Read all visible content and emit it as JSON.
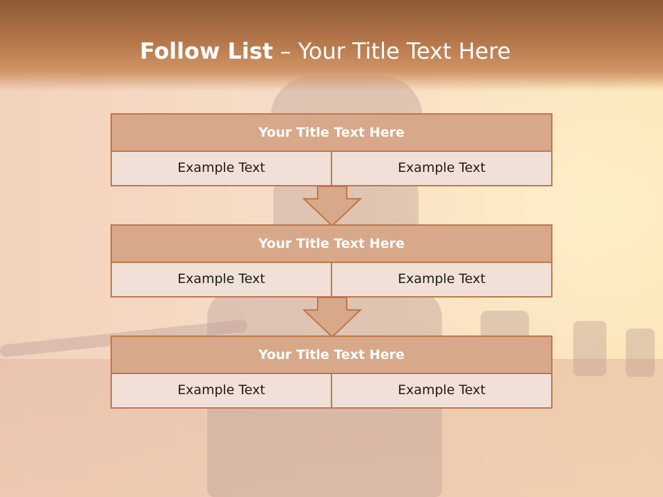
{
  "slide": {
    "title_bold": "Follow List",
    "title_rest": " – Your Title Text Here"
  },
  "blocks": [
    {
      "title": "Your Title Text Here",
      "cells": [
        "Example Text",
        "Example Text"
      ]
    },
    {
      "title": "Your Title Text Here",
      "cells": [
        "Example Text",
        "Example Text"
      ]
    },
    {
      "title": "Your Title Text Here",
      "cells": [
        "Example Text",
        "Example Text"
      ]
    }
  ],
  "colors": {
    "accent": "#c0764b",
    "title_fill": "#d7a889",
    "row_fill": "#f0e0d8"
  }
}
